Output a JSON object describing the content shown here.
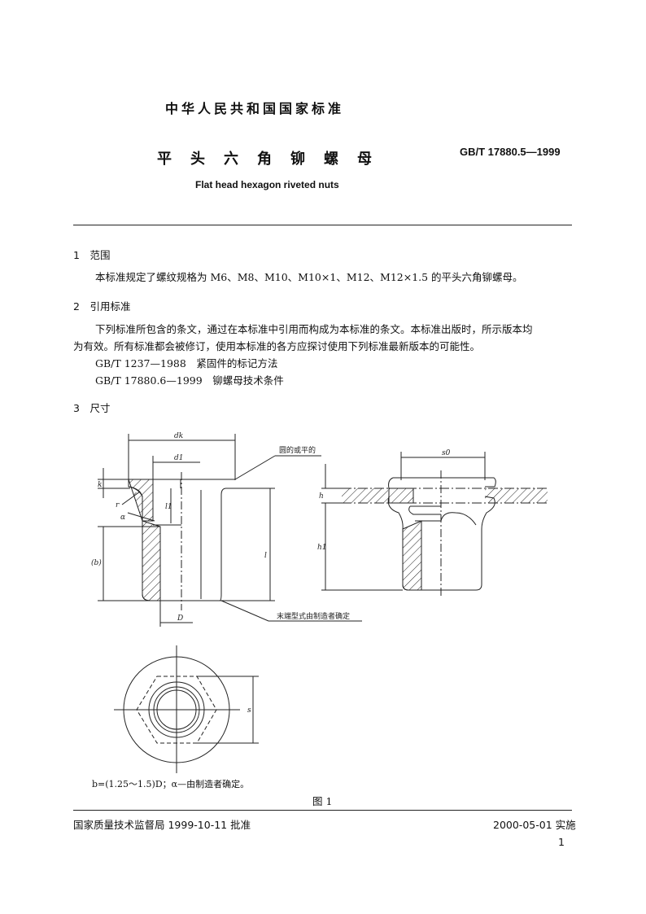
{
  "header": {
    "standard_type": "中华人民共和国国家标准",
    "title_cn": "平头六角铆螺母",
    "code": "GB/T 17880.5—1999",
    "title_en": "Flat head hexagon riveted nuts"
  },
  "sections": [
    {
      "heading": "1　范围",
      "paragraphs": [
        "本标准规定了螺纹规格为 M6、M8、M10、M10×1、M12、M12×1.5 的平头六角铆螺母。"
      ]
    },
    {
      "heading": "2　引用标准",
      "paragraphs": [
        "下列标准所包含的条文，通过在本标准中引用而构成为本标准的条文。本标准出版时，所示版本均",
        "为有效。所有标准都会被修订，使用本标准的各方应探讨使用下列标准最新版本的可能性。"
      ],
      "references": [
        "GB/T 1237—1988　紧固件的标记方法",
        "GB/T 17880.6—1999　铆螺母技术条件"
      ]
    },
    {
      "heading": "3　尺寸"
    }
  ],
  "figure": {
    "labels": {
      "dk": "dk",
      "d1": "d1",
      "k": "k",
      "r": "r",
      "alpha": "α",
      "l1": "l1",
      "b": "(b)",
      "l": "l",
      "D": "D",
      "h": "h",
      "h1": "h1",
      "s0": "s0",
      "s": "s"
    },
    "note_head": "圆的或平的",
    "note_end": "末端型式由制造者确定",
    "formula": "b=(1.25～1.5)D；α—由制造者确定。",
    "caption": "图 1"
  },
  "footer": {
    "approval": "国家质量技术监督局 1999-10-11 批准",
    "implementation": "2000-05-01 实施",
    "page_number": "1"
  }
}
